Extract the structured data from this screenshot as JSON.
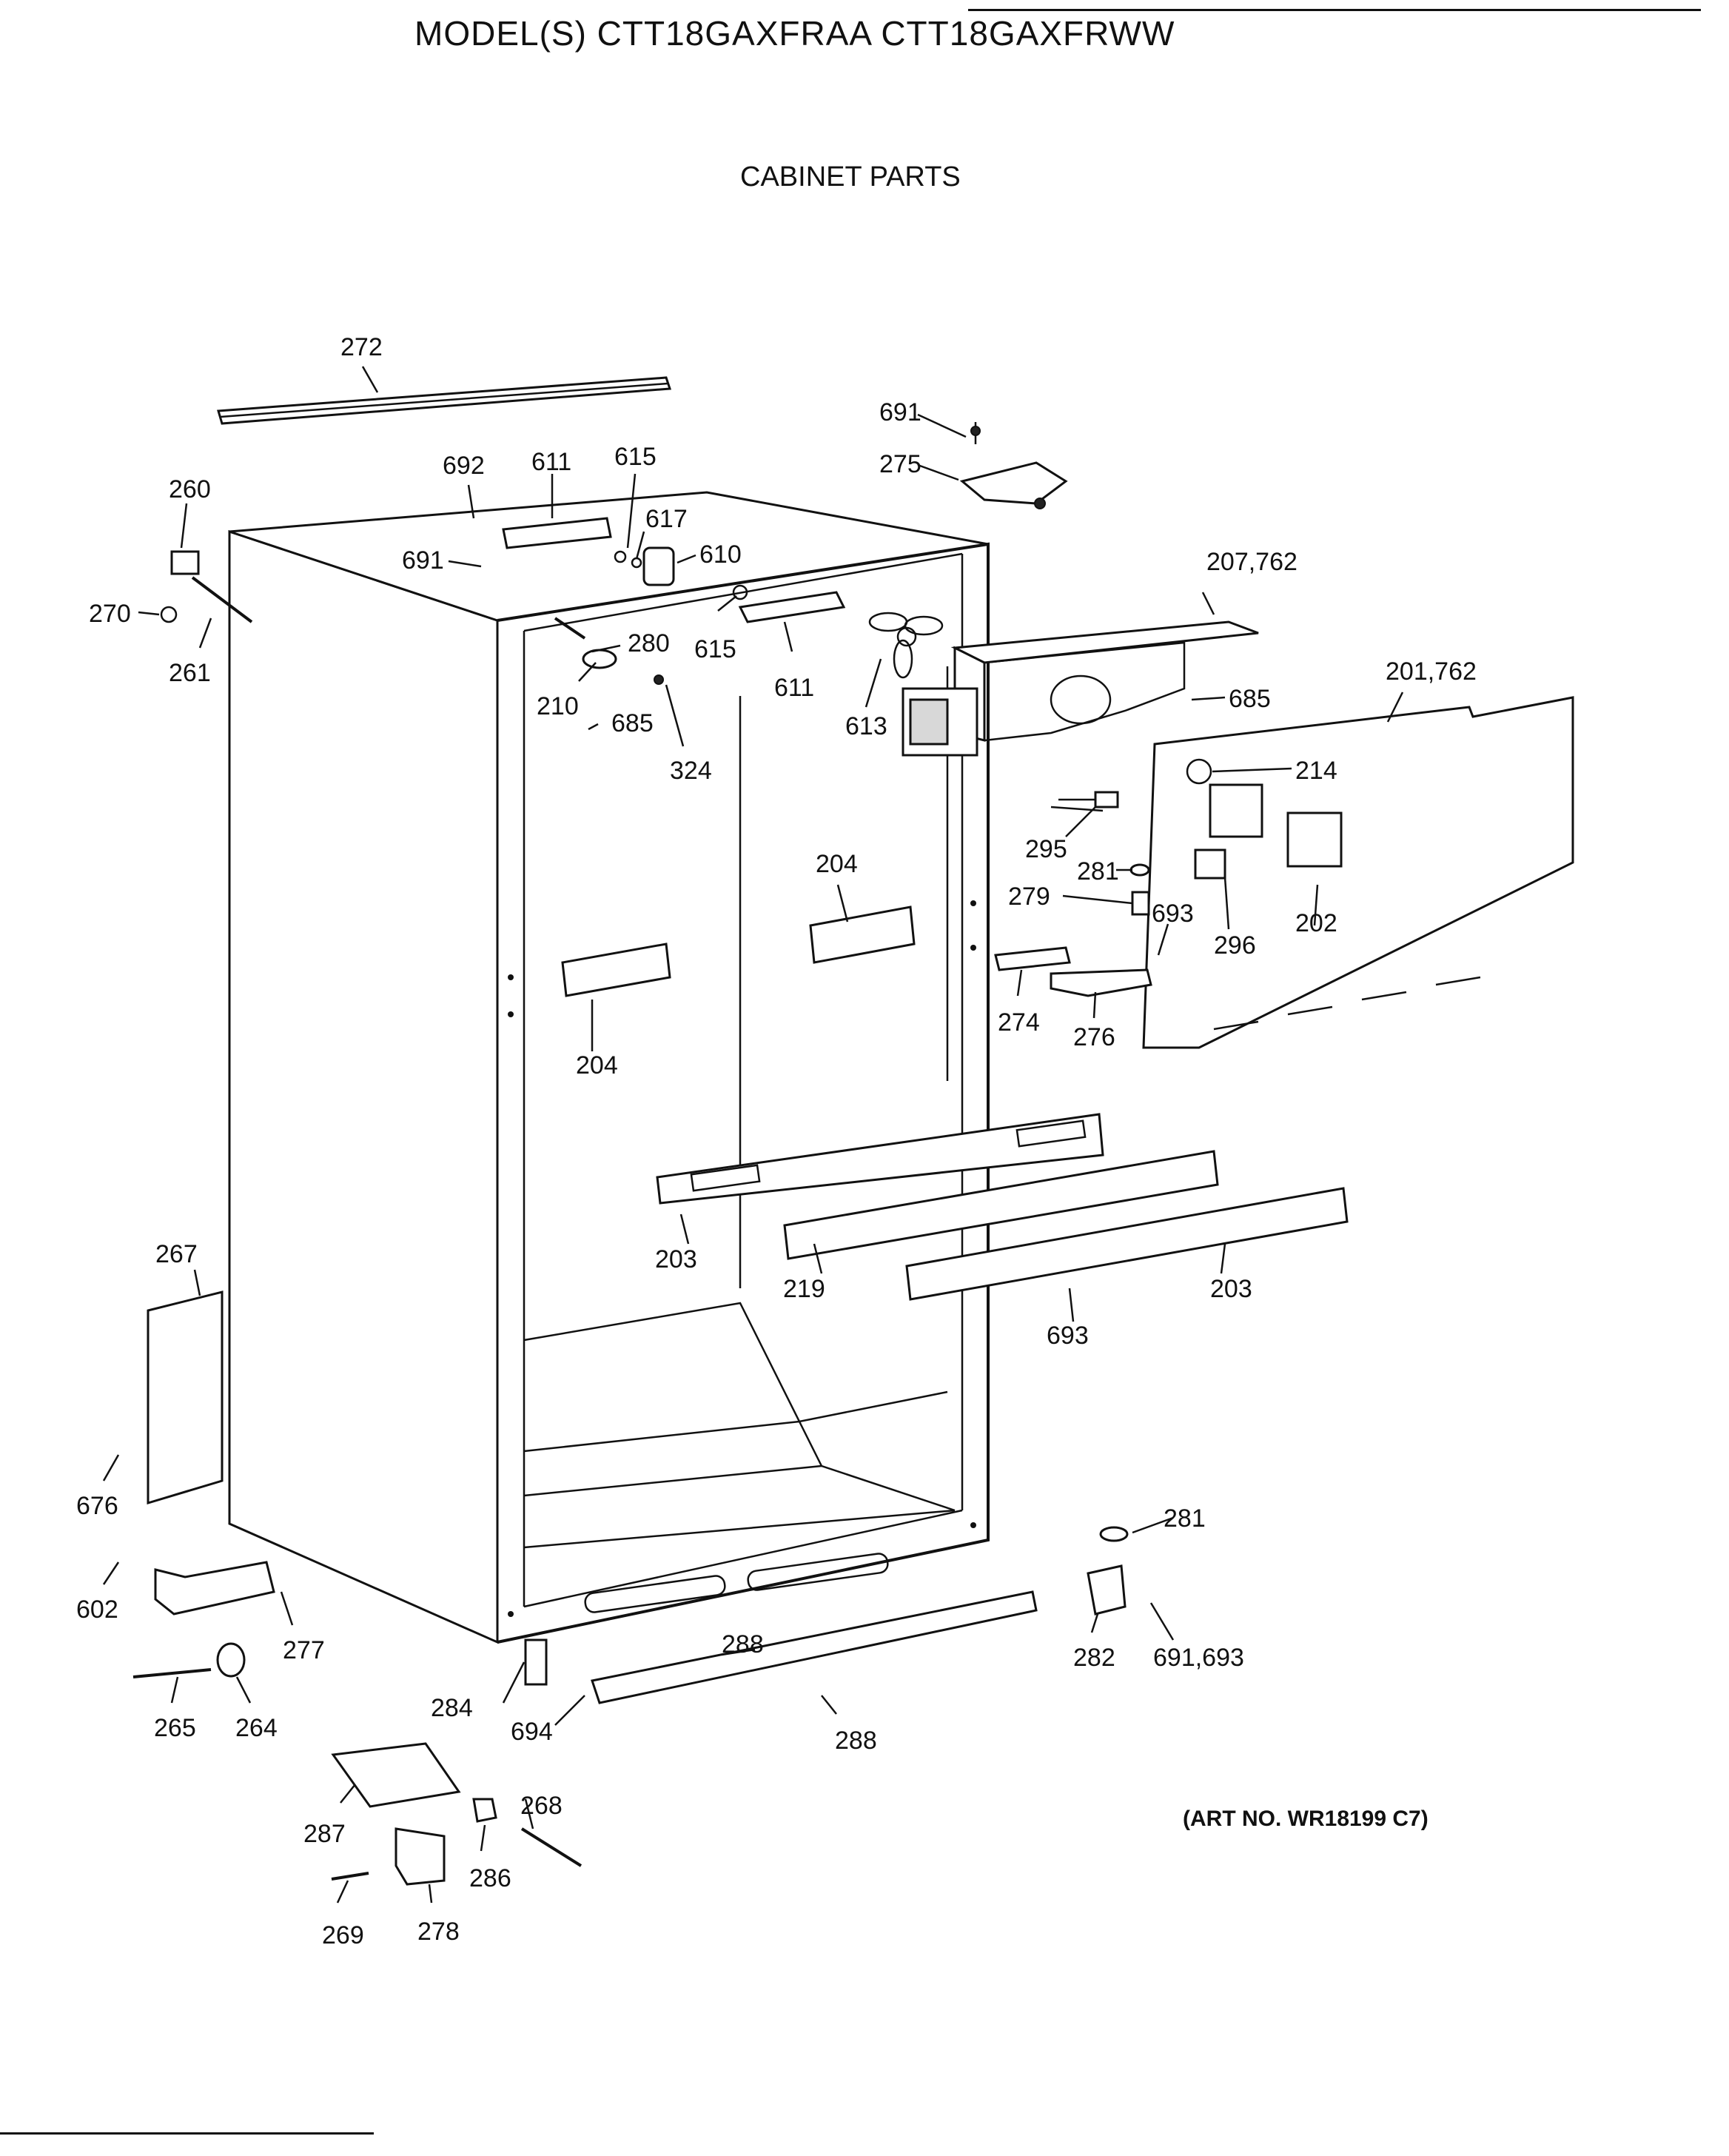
{
  "header": {
    "title": "MODEL(S) CTT18GAXFRAA  CTT18GAXFRWW",
    "subtitle": "CABINET PARTS"
  },
  "footer": {
    "art_no": "(ART NO. WR18199 C7)"
  },
  "part_labels": {
    "p272": "272",
    "p691a": "691",
    "p275": "275",
    "p692": "692",
    "p611a": "611",
    "p615a": "615",
    "p260": "260",
    "p617": "617",
    "p610": "610",
    "p691b": "691",
    "p207": "207,762",
    "p270": "270",
    "p261": "261",
    "p280": "280",
    "p615b": "615",
    "p611b": "611",
    "p210": "210",
    "p685a": "685",
    "p685b": "685",
    "p613": "613",
    "p201": "201,762",
    "p324": "324",
    "p214": "214",
    "p295": "295",
    "p204a": "204",
    "p281a": "281",
    "p279": "279",
    "p693a": "693",
    "p202": "202",
    "p296": "296",
    "p274": "274",
    "p276": "276",
    "p204b": "204",
    "p203a": "203",
    "p219": "219",
    "p203b": "203",
    "p693b": "693",
    "p267": "267",
    "p676": "676",
    "p281b": "281",
    "p602": "602",
    "p277": "277",
    "p288a": "288",
    "p282": "282",
    "p691_693": "691,693",
    "p284": "284",
    "p265": "265",
    "p264": "264",
    "p694": "694",
    "p288b": "288",
    "p268": "268",
    "p287": "287",
    "p286": "286",
    "p269": "269",
    "p278": "278"
  }
}
